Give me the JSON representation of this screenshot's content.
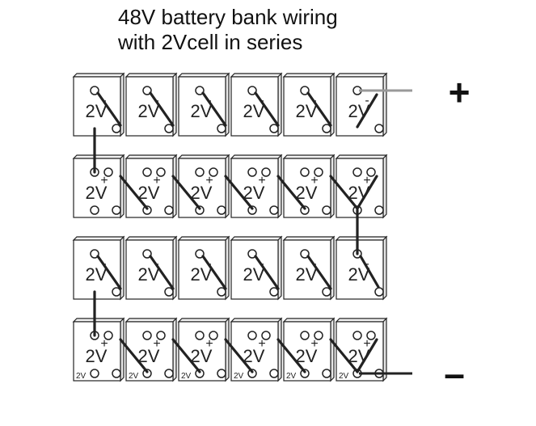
{
  "title": {
    "line1": "48V battery bank wiring",
    "line2": "with 2Vcell in series"
  },
  "cell": {
    "voltage_label": "2V",
    "plus_sign": "+",
    "minus_sign": "-",
    "small_label": "2V"
  },
  "layout": {
    "rows": 4,
    "columns": 6
  },
  "terminals": {
    "positive": "+",
    "negative": "–"
  },
  "colors": {
    "stroke": "#222222",
    "positive_lead": "#999999",
    "negative_lead": "#222222"
  }
}
